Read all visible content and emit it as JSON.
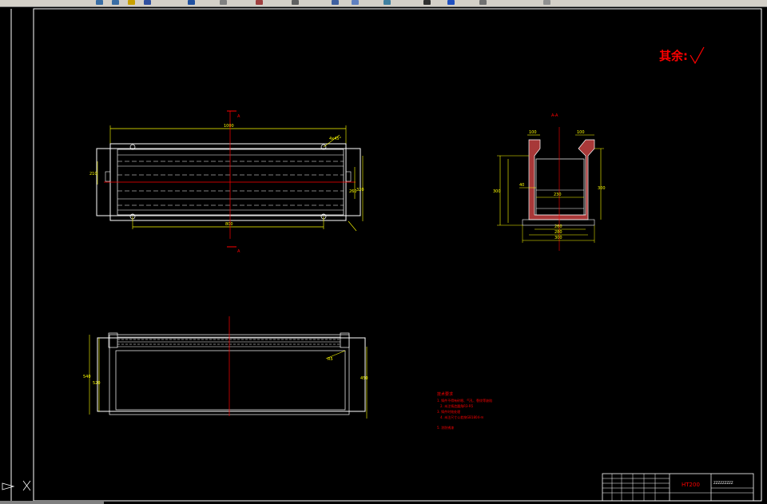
{
  "toolbar": {
    "icons": [
      "undo-icon",
      "redo-icon",
      "open-icon",
      "save-icon",
      "pan-icon",
      "zoom-icon",
      "layer-icon",
      "properties-icon",
      "text-icon",
      "table-icon",
      "insert-icon",
      "calculator-icon",
      "help-icon",
      "grid-icon"
    ]
  },
  "drawing": {
    "surface_note": "其余:",
    "section_label_top": "A",
    "section_label_bottom": "A",
    "section_view_title": "A-A",
    "material": "HT200",
    "title_block_name": "ZZZZZZZZZ",
    "top_view_dims": {
      "overall_length": "1000",
      "hole_spacing": "800",
      "height_left": "210",
      "height_right": "320",
      "inner_height": "260",
      "chamfer": "4x45°"
    },
    "front_view_dims": {
      "height_outer": "540",
      "height_inner": "520",
      "height_right": "450",
      "chamfer": "R5"
    },
    "section_dims": {
      "top_left": "100",
      "top_right": "100",
      "left_height": "300",
      "right_height": "300",
      "inner_width": "230",
      "mid_dim": "40",
      "base_1": "260",
      "base_2": "280",
      "base_3": "300"
    },
    "tech_req_title": "技术要求",
    "tech_req_lines": [
      "1. 铸件不得有砂眼、气孔、裂纹等缺陷",
      "2. 未注铸造圆角R3-R5",
      "3. 铸件时效处理",
      "4. 未注尺寸公差按GB1804-m",
      "5. 涂防锈漆"
    ]
  },
  "colors": {
    "background": "#000000",
    "outline": "#ffffff",
    "dimension": "#ffff00",
    "centerline": "#ff0000",
    "annotation": "#ff0000",
    "section_fill": "#a83838"
  }
}
